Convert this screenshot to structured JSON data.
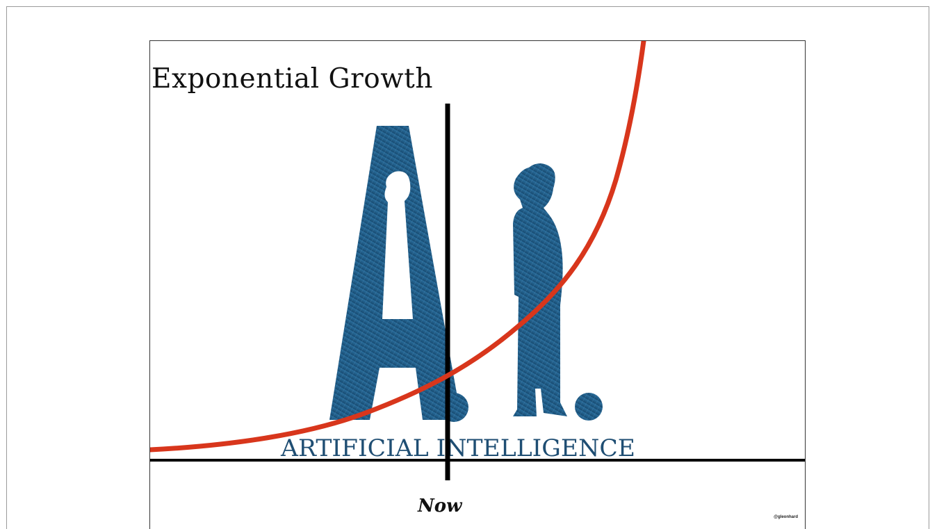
{
  "slide": {
    "title": "Exponential Growth",
    "now_label": "Now",
    "credit": "@gleonhard"
  },
  "artwork": {
    "logo_letters": "A.I.",
    "logo_subtitle": "ARTIFICIAL INTELLIGENCE",
    "logo_color": "#1f5a85",
    "curve_color": "#d8361c"
  }
}
